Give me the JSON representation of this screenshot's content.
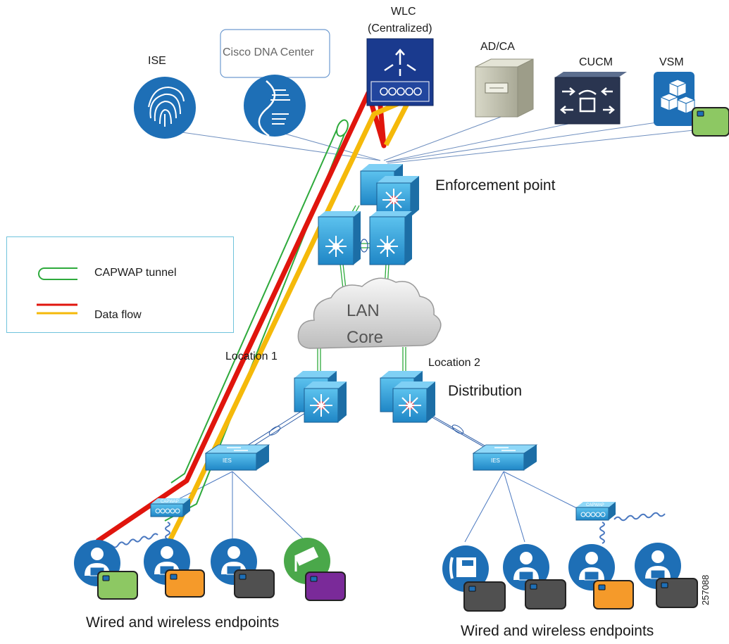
{
  "labels": {
    "wlc": "WLC",
    "wlc_sub": "(Centralized)",
    "ise": "ISE",
    "dnac": "Cisco DNA Center",
    "adca": "AD/CA",
    "cucm": "CUCM",
    "vsm": "VSM",
    "enforcement": "Enforcement point",
    "lan": "LAN",
    "core": "Core",
    "location1": "Location 1",
    "location2": "Location 2",
    "distribution": "Distribution",
    "ies": "IES",
    "capwap_ap": "CAPWAP",
    "endpoints_left": "Wired and wireless endpoints",
    "endpoints_right": "Wired and wireless endpoints",
    "figure_id": "257088"
  },
  "legend": {
    "capwap_tunnel": "CAPWAP tunnel",
    "data_flow": "Data flow"
  },
  "colors": {
    "device_blue": "#1e6fb6",
    "switch_blue": "#38a9e0",
    "dark_navy": "#1a3a6e",
    "red_flow": "#e0150d",
    "yellow_flow": "#f5b90a",
    "tunnel_green": "#2eaa3c",
    "card_green": "#8dc863",
    "card_orange": "#f59a2a",
    "card_gray": "#505050",
    "card_purple": "#7a2a99",
    "camera_green": "#4aa84a"
  }
}
